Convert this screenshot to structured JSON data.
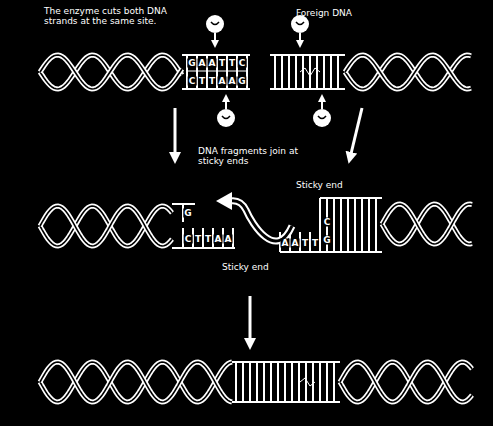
{
  "diagram": {
    "labels": [
      "The enzyme cuts both DNA strands at the same site.",
      "Foreign DNA",
      "G",
      "A",
      "A",
      "T",
      "T",
      "C",
      "C",
      "T",
      "T",
      "A",
      "A",
      "G",
      "DNA fragments join at sticky ends",
      "Sticky end",
      "G",
      "C",
      "T",
      "T",
      "A",
      "A",
      "A",
      "A",
      "T",
      "T",
      "C",
      "G",
      "Sticky end"
    ]
  }
}
